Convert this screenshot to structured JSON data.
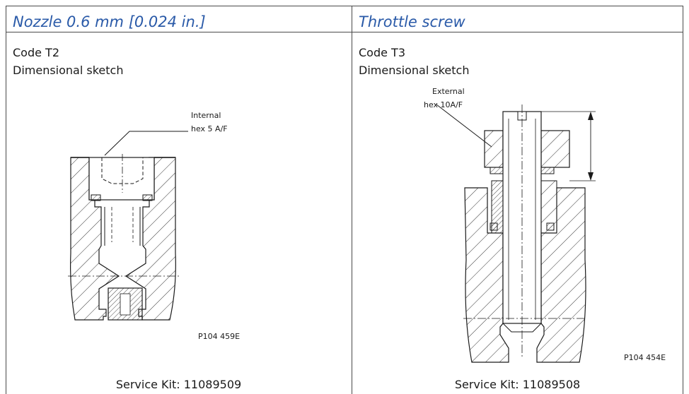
{
  "left": {
    "title": "Nozzle 0.6 mm [0.024 in.]",
    "code": "Code T2",
    "sketch_label": "Dimensional sketch",
    "callout_line1": "Internal",
    "callout_line2": "hex 5 A/F",
    "part_number": "P104 459E",
    "service_kit": "Service Kit: 11089509"
  },
  "right": {
    "title": "Throttle screw",
    "code": "Code T3",
    "sketch_label": "Dimensional sketch",
    "callout_line1": "External",
    "callout_line2": "hex 10A/F",
    "part_number": "P104 454E",
    "service_kit": "Service Kit: 11089508"
  },
  "colors": {
    "title": "#2a5aa8",
    "rule": "#4a4a4a",
    "ink": "#1a1a1a"
  }
}
